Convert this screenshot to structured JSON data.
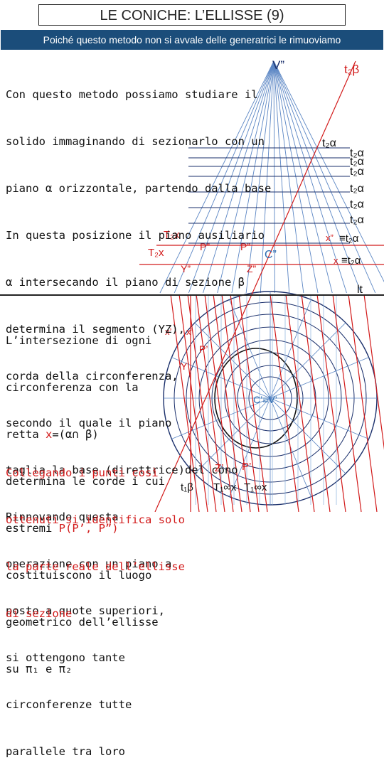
{
  "header": {
    "title": "LE CONICHE: L’ELLISSE (9)",
    "subtitle": "Poiché questo metodo non si avvale delle generatrici le rimuoviamo"
  },
  "text1": {
    "lines": [
      "Con questo metodo possiamo studiare il",
      "solido immaginando di sezionarlo con un",
      "piano α orizzontale, partendo dalla base",
      "In questa posizione il piano ausiliario",
      "α intersecando il piano di sezione β",
      "determina il segmento (YZ),",
      "corda della circonferenza,",
      "secondo il quale il piano",
      "taglia la base (direttrice)del cono",
      "Rinnovando questa",
      "operazione con un piano a",
      "posto a quote superiori,",
      "si ottengono tante",
      "circonferenze tutte",
      "parallele tra loro"
    ]
  },
  "text2": {
    "l1": "L’intersezione di ogni",
    "l2": "circonferenza con la",
    "l3_pre": "retta ",
    "l3_x": "x",
    "l3_post": "=(α∩ β)",
    "l4": "determina le corde i cui",
    "l5_pre": "estremi ",
    "l5_red": "P(P’, P”)",
    "l6": "costituiscono il luogo",
    "l7": "geometrico dell’ellisse",
    "l8": "su π₁ e π₂"
  },
  "text3": {
    "lines": [
      "Collegando i punti così",
      "ottenuti si identifica solo",
      "la parte reale dell’ellisse",
      "di sezione"
    ]
  },
  "labels": {
    "V2": "V”",
    "t2beta": "t₂β",
    "t2alpha": "t₂α",
    "t2x_a": "T₂x",
    "t2x_b": "T₂x",
    "P2a": "P”",
    "P2b": "P”",
    "Y2": "Y”",
    "Z2": "Z”",
    "C2": "C”",
    "x2": "x”",
    "x2b": "x",
    "equiv": "≡t₂α",
    "equiv2": "≡t₂α",
    "lt": "lt",
    "x1a": "x’",
    "x1b": "x’",
    "P1": "P’",
    "Y1": "Y’",
    "CV1": "C’≡V’",
    "Z1": "Z’",
    "P1b": "P’",
    "t1beta": "t₁β",
    "T1inf_a": "T₁∞x",
    "T1inf_b": "T₁∞x"
  },
  "colors": {
    "accent_red": "#d21a1a",
    "diagram_blue": "#2f6db0",
    "header_bg": "#1b4d7a"
  }
}
